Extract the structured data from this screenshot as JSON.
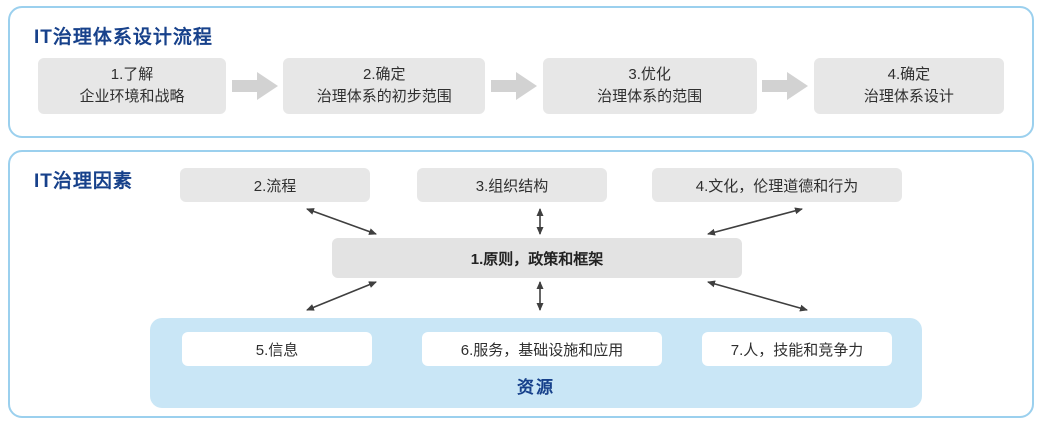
{
  "top_panel": {
    "title": "IT治理体系设计流程",
    "steps": [
      {
        "line1": "1.了解",
        "line2": "企业环境和战略"
      },
      {
        "line1": "2.确定",
        "line2": "治理体系的初步范围"
      },
      {
        "line1": "3.优化",
        "line2": "治理体系的范围"
      },
      {
        "line1": "4.确定",
        "line2": "治理体系设计"
      }
    ]
  },
  "bottom_panel": {
    "title": "IT治理因素",
    "top_factors": [
      "2.流程",
      "3.组织结构",
      "4.文化，伦理道德和行为"
    ],
    "center_factor": "1.原则，政策和框架",
    "resource_factors": [
      "5.信息",
      "6.服务，基础设施和应用",
      "7.人，技能和竞争力"
    ],
    "resource_label": "资源"
  },
  "colors": {
    "panel_border": "#9bd0ee",
    "title_text": "#17418b",
    "box_fill": "#e7e7e7",
    "flow_arrow_fill": "#d2d2d2",
    "connector_stroke": "#3f3f3f",
    "resource_container_fill": "#c9e6f6",
    "resource_box_fill": "#ffffff"
  }
}
